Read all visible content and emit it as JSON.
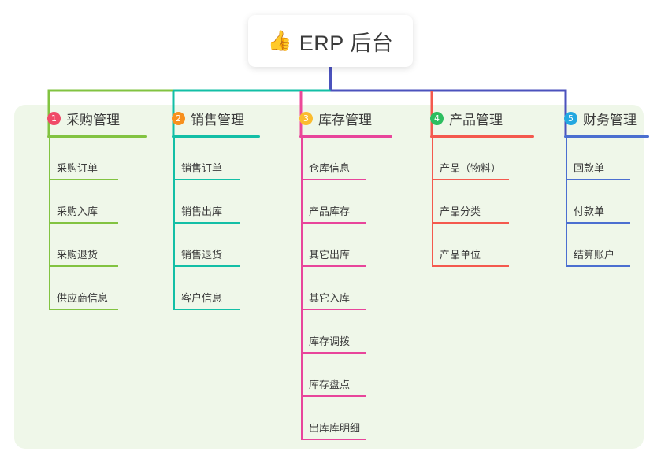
{
  "diagram": {
    "type": "mind-map",
    "title": "ERP 后台",
    "root": {
      "emoji": "👍",
      "emoji_name": "thumbs-up-emoji",
      "label": "ERP 后台"
    },
    "panel_color": "#eff7e9",
    "text_color": "#3c3c3c",
    "bus_colors": [
      "#82c341",
      "#13bfa6",
      "#4b52bd"
    ],
    "categories": [
      {
        "index": "1",
        "label": "采购管理",
        "badge_color": "#f04a68",
        "line_color": "#82c341",
        "drop_color": "#82c341",
        "items": [
          "采购订单",
          "采购入库",
          "采购退货",
          "供应商信息"
        ]
      },
      {
        "index": "2",
        "label": "销售管理",
        "badge_color": "#f7901e",
        "line_color": "#13bfa6",
        "drop_color": "#13bfa6",
        "items": [
          "销售订单",
          "销售出库",
          "销售退货",
          "客户信息"
        ]
      },
      {
        "index": "3",
        "label": "库存管理",
        "badge_color": "#fbbc2e",
        "line_color": "#e8459b",
        "drop_color": "#ec4899",
        "items": [
          "仓库信息",
          "产品库存",
          "其它出库",
          "其它入库",
          "库存调拨",
          "库存盘点",
          "出库库明细"
        ]
      },
      {
        "index": "4",
        "label": "产品管理",
        "badge_color": "#2dbe60",
        "line_color": "#f4594e",
        "drop_color": "#f4594e",
        "items": [
          "产品（物料）",
          "产品分类",
          "产品单位"
        ]
      },
      {
        "index": "5",
        "label": "财务管理",
        "badge_color": "#23a8e0",
        "line_color": "#4b6fd0",
        "drop_color": "#4b52bd",
        "items": [
          "回款单",
          "付款单",
          "结算账户"
        ]
      }
    ]
  }
}
